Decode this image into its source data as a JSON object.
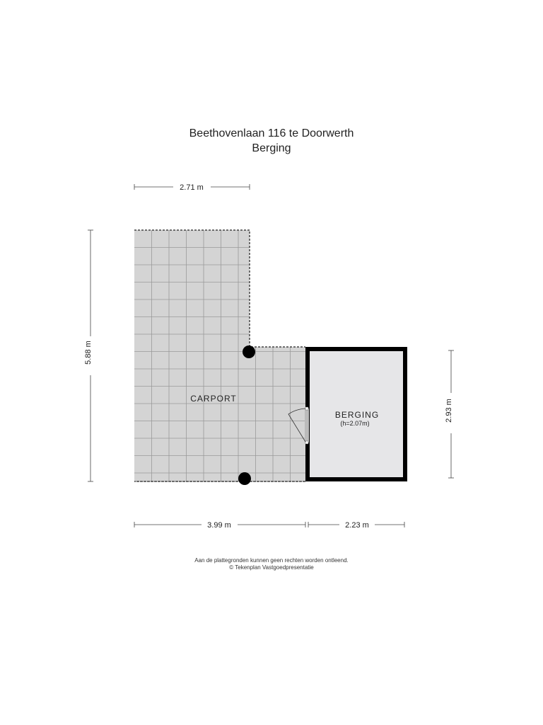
{
  "header": {
    "title": "Beethovenlaan 116 te Doorwerth",
    "subtitle": "Berging"
  },
  "rooms": [
    {
      "label": "CARPORT"
    },
    {
      "label": "BERGING",
      "height_note": "(h=2.07m)"
    }
  ],
  "dimensions": {
    "top": "2.71 m",
    "left": "5.88 m",
    "right": "2.93 m",
    "bottom_left": "3.99 m",
    "bottom_right": "2.23 m"
  },
  "footer": {
    "disclaimer": "Aan de plattegronden kunnen geen rechten worden ontleend.",
    "copyright": "© Tekenplan Vastgoedpresentatie"
  },
  "colors": {
    "carport_fill": "#d4d4d4",
    "berging_fill": "#e6e6e8",
    "wall": "#000000"
  }
}
